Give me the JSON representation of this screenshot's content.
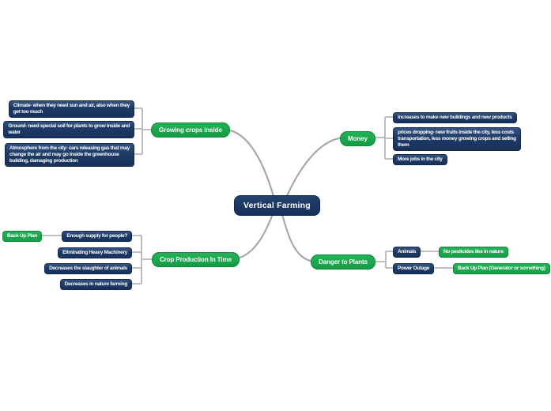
{
  "colors": {
    "node_navy": "#1d3a67",
    "node_green": "#1aa64d",
    "connector_gray": "#b6b6b6",
    "text": "#ffffff",
    "background": "#ffffff"
  },
  "mindmap": {
    "root": {
      "label": "Vertical Farming"
    },
    "branches": [
      {
        "label": "Growing crops inside",
        "children": [
          {
            "label": "Climate- when they need sun and air, also when they\nget too much"
          },
          {
            "label": "Ground- need special soil for plants to grow inside and\nwater"
          },
          {
            "label": "Atmosphere from the city- cars releasing gas that may\nchange the air and may go inside the greenhouse\nbuilding, damaging production"
          }
        ]
      },
      {
        "label": "Money",
        "children": [
          {
            "label": "increases to make new buildings and new products"
          },
          {
            "label": "prices dropping- new fruits inside the city, less costs\ntransportation, less money growing crops and selling\nthem"
          },
          {
            "label": "More jobs in the city"
          }
        ]
      },
      {
        "label": "Crop Production In Time",
        "children": [
          {
            "label": "Enough supply for people?",
            "sub": "Back Up Plan"
          },
          {
            "label": "Eliminating Heavy Machinery"
          },
          {
            "label": "Decreases the slaughter of animals"
          },
          {
            "label": "Decreases in nature farming"
          }
        ]
      },
      {
        "label": "Danger to Plants",
        "children": [
          {
            "label": "Animals",
            "sub": "No pesticides like in nature"
          },
          {
            "label": "Power Outage",
            "sub": "Back Up Plan (Generator or something)"
          }
        ]
      }
    ]
  }
}
